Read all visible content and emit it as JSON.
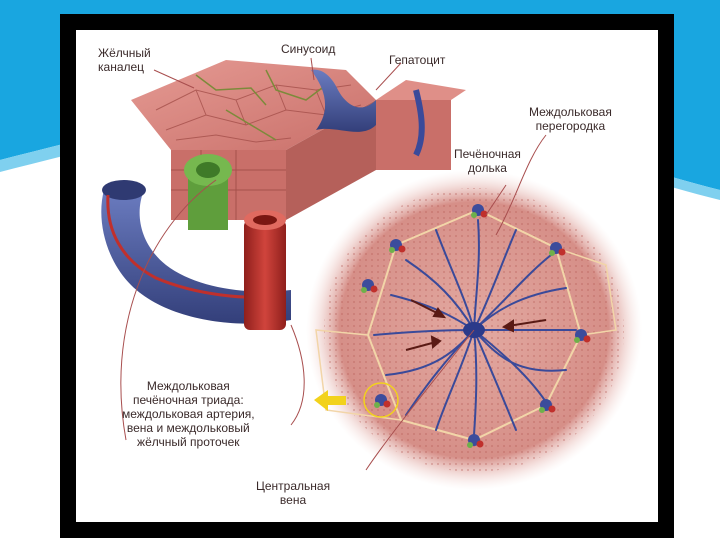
{
  "labels": {
    "bile_canaliculus": [
      "Жёлчный",
      "каналец"
    ],
    "sinusoid": "Синусоид",
    "hepatocyte": "Гепатоцит",
    "interlobular_septum": [
      "Междольковая",
      "перегородка"
    ],
    "hepatic_lobule": [
      "Печёночная",
      "долька"
    ],
    "portal_triad": [
      "Междольковая",
      "печёночная триада:",
      "междольковая артерия,",
      "вена и междольковый",
      "жёлчный проточек"
    ],
    "central_vein": [
      "Центральная",
      "вена"
    ]
  },
  "colors": {
    "slide_accent": "#19a6e0",
    "frame": "#000000",
    "hepatocyte_pink": "#d9817f",
    "vein_blue": "#4a5a9c",
    "artery_red": "#c0302c",
    "bile_green": "#6fb04a",
    "lobule_bg": "#d89a94",
    "arrow_yellow": "#f2d21c"
  },
  "icons": [
    "highlight-arrow-icon"
  ]
}
